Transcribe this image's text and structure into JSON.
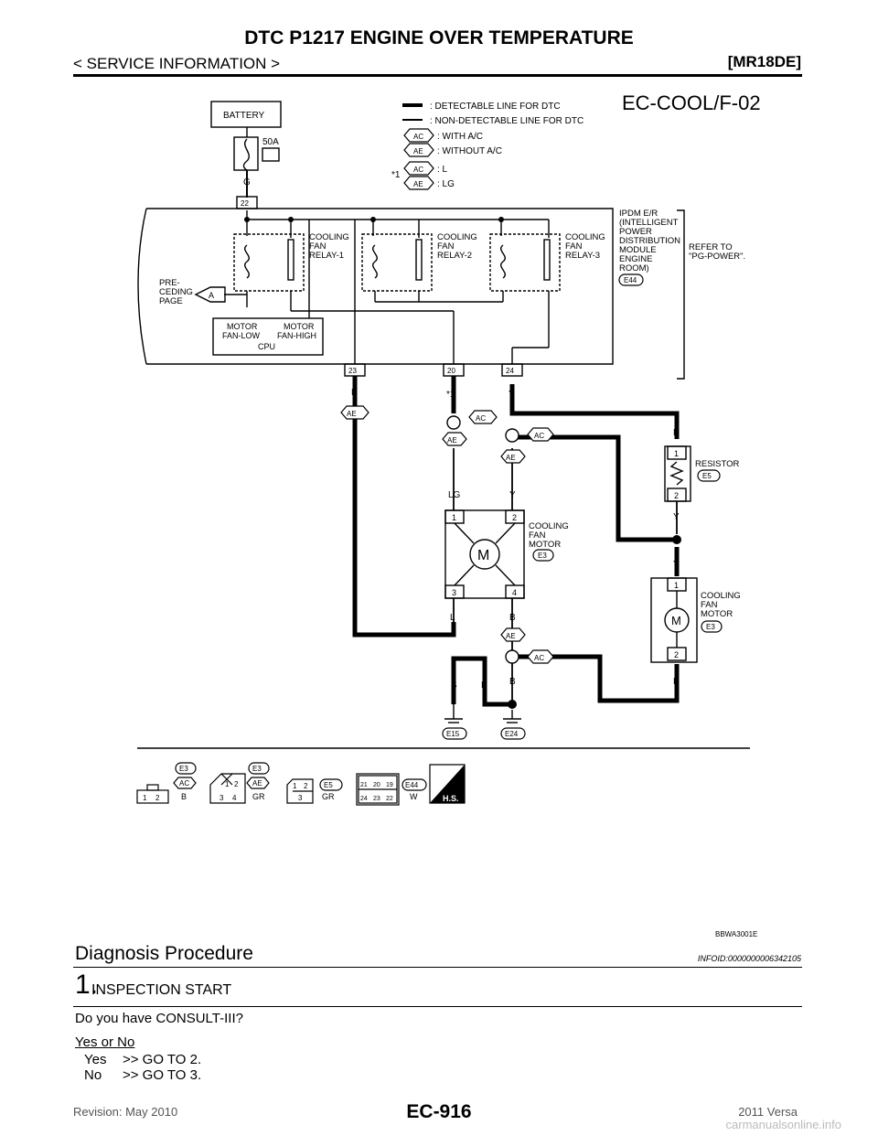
{
  "header": {
    "title": "DTC P1217 ENGINE OVER TEMPERATURE",
    "subtitle": "< SERVICE INFORMATION >",
    "model": "[MR18DE]"
  },
  "diagram": {
    "code": "EC-COOL/F-02",
    "legend": [
      ": DETECTABLE LINE FOR DTC",
      ": NON-DETECTABLE LINE FOR DTC",
      ": WITH A/C",
      ": WITHOUT A/C",
      ": L",
      ": LG"
    ],
    "legend_tags": [
      "AC",
      "AE",
      "AC",
      "AE"
    ],
    "star1": "*1",
    "battery": "BATTERY",
    "fuse": "50A",
    "fuse_wire": "G",
    "relays": [
      "COOLING",
      "FAN",
      "RELAY-1",
      "COOLING",
      "FAN",
      "RELAY-2",
      "COOLING",
      "FAN",
      "RELAY-3"
    ],
    "ipdm": [
      "IPDM E/R",
      "(INTELLIGENT",
      "POWER",
      "DISTRIBUTION",
      "MODULE",
      "ENGINE",
      "ROOM)"
    ],
    "ipdm_conn": "E44",
    "refer": [
      "REFER TO",
      "\"PG-POWER\"."
    ],
    "preceding": [
      "PRE-",
      "CEDING",
      "PAGE"
    ],
    "preceding_tag": "A",
    "cpu": [
      "MOTOR",
      "FAN-LOW",
      "MOTOR",
      "FAN-HIGH",
      "CPU"
    ],
    "terminals": [
      "22",
      "23",
      "20",
      "24"
    ],
    "wires": [
      "L",
      "Y",
      "LG",
      "Y",
      "L",
      "B",
      "L",
      "Y",
      "Y",
      "B",
      "B",
      "B",
      "B"
    ],
    "resistor": "RESISTOR",
    "resistor_conn": "E5",
    "motor_label": [
      "COOLING",
      "FAN",
      "MOTOR"
    ],
    "motor_conn": "E3",
    "motor_letter": "M",
    "pins": [
      "1",
      "2",
      "3",
      "4",
      "1",
      "2",
      "1",
      "2"
    ],
    "grounds": [
      "E15",
      "E24"
    ],
    "connectors": [
      {
        "id": "E3",
        "tag": "AC",
        "color": "B",
        "pins": [
          "1",
          "2"
        ]
      },
      {
        "id": "E3",
        "tag": "AE",
        "color": "GR",
        "pins": [
          "1",
          "2",
          "3",
          "4"
        ]
      },
      {
        "id": "E5",
        "color": "GR",
        "pins": [
          "1",
          "2",
          "3"
        ]
      },
      {
        "id": "E44",
        "color": "W",
        "pins": [
          "21",
          "20",
          "19",
          "24",
          "23",
          "22"
        ]
      }
    ],
    "hs": "H.S.",
    "image_id": "BBWA3001E"
  },
  "section": {
    "title": "Diagnosis Procedure",
    "infoid": "INFOID:0000000006342105"
  },
  "step": {
    "number": "1.",
    "title": "INSPECTION START",
    "question": "Do you have CONSULT-III?",
    "yes_or_no": "Yes or No",
    "answers": [
      {
        "key": "Yes",
        "text": ">> GO TO 2."
      },
      {
        "key": "No",
        "text": ">> GO TO 3."
      }
    ]
  },
  "footer": {
    "revision": "Revision: May 2010",
    "page": "EC-916",
    "vehicle": "2011 Versa",
    "watermark": "carmanualsonline.info"
  }
}
